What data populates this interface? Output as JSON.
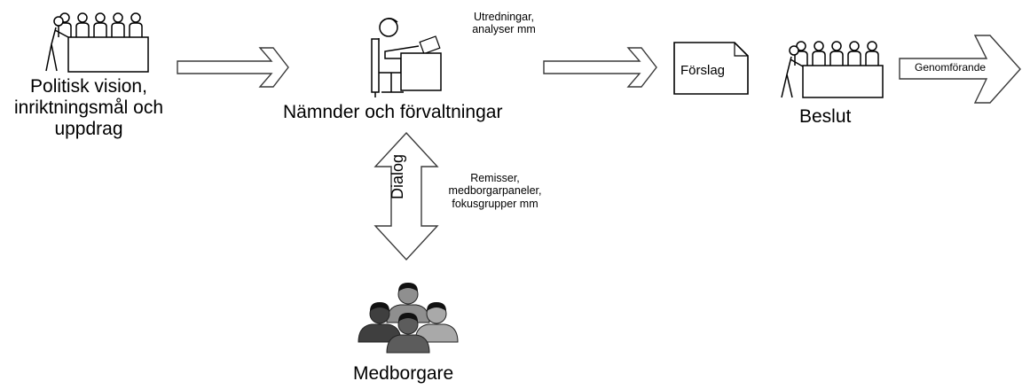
{
  "nodes": {
    "political_vision": "Politisk vision, inriktningsmål och uppdrag",
    "committees": "Nämnder och förvaltningar",
    "proposal": "Förslag",
    "decision": "Beslut",
    "citizens": "Medborgare"
  },
  "arrows": {
    "investigations": "Utredningar, analyser mm",
    "implementation": "Genomförande",
    "dialog": "Dialog",
    "consultations": "Remisser, medborgarpaneler, fokusgrupper mm"
  }
}
